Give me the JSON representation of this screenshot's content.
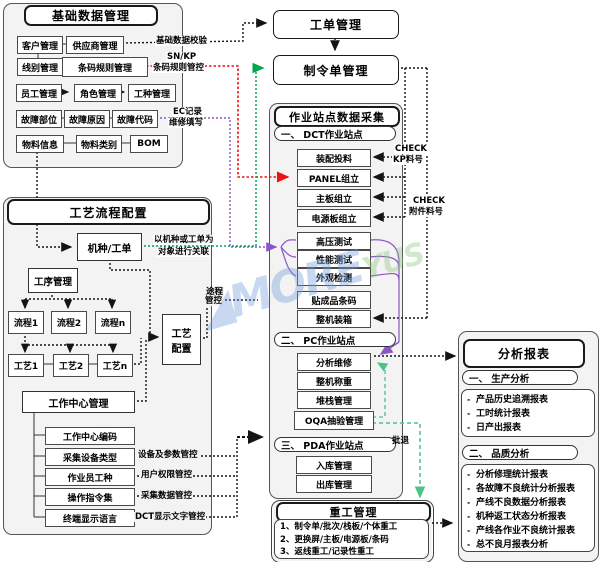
{
  "basic": {
    "title": "基础数据管理",
    "customer": "客户管理",
    "supplier": "供应商管理",
    "line": "线别管理",
    "barcode_rule": "条码规则管理",
    "employee": "员工管理",
    "role": "角色管理",
    "worktype": "工种管理",
    "fault_part": "故障部位",
    "fault_cause": "故障原因",
    "fault_code": "故障代码",
    "material_info": "物料信息",
    "material_cat": "物料类别",
    "bom": "BOM"
  },
  "work_order": {
    "title": "工单管理"
  },
  "mfg_order": {
    "title": "制令单管理"
  },
  "station": {
    "title": "作业站点数据采集",
    "dct": {
      "header": "一、 DCT作业站点",
      "items": [
        "装配投料",
        "PANEL组立",
        "主板组立",
        "电源板组立",
        "高压测试",
        "性能测试",
        "外观检测",
        "贴成品条码",
        "整机装箱"
      ]
    },
    "pc": {
      "header": "二、 PC作业站点",
      "items": [
        "分析维修",
        "整机称重",
        "堆栈管理",
        "OQA抽验管理"
      ]
    },
    "pda": {
      "header": "三、 PDA作业站点",
      "items": [
        "入库管理",
        "出库管理"
      ]
    }
  },
  "rework": {
    "title": "重工管理",
    "items": [
      "1、制令单/批次/栈板/个体重工",
      "2、更换屏/主板/电源板/条码",
      "3、返线重工/记录性重工"
    ]
  },
  "report": {
    "title": "分析报表",
    "production": {
      "header": "一、 生产分析",
      "items": [
        "产品历史追溯报表",
        "工时统计报表",
        "日产出报表"
      ]
    },
    "quality": {
      "header": "二、 品质分析",
      "items": [
        "分析修理统计报表",
        "各故障不良统计分析报表",
        "产线不良数据分析报表",
        "机种返工状态分析报表",
        "产线各作业不良统计报表",
        "总不良月报表分析"
      ]
    }
  },
  "process": {
    "title": "工艺流程配置",
    "model_order": "机种/工单",
    "process_mgmt": "工序管理",
    "flows": [
      "流程1",
      "流程2",
      "流程n"
    ],
    "crafts": [
      "工艺1",
      "工艺2",
      "工艺n"
    ],
    "craft_config_l1": "工艺",
    "craft_config_l2": "配置",
    "work_center": "工作中心管理",
    "wc_items": [
      "工作中心编码",
      "采集设备类型",
      "作业员工种",
      "操作指令集",
      "终端显示语言"
    ]
  },
  "labels": {
    "basic_check": "基础数据校验",
    "snkp_l1": "SN/KP",
    "snkp_l2": "条码规则管控",
    "ec_l1": "EC记录",
    "ec_l2": "维修填写",
    "assoc_l1": "以机种或工单为",
    "assoc_l2": "对象进行关联",
    "route_l1": "途程",
    "route_l2": "管控",
    "check_kp_l1": "CHECK",
    "check_kp_l2": "KP料号",
    "check_acc_l1": "CHECK",
    "check_acc_l2": "附件料号",
    "device_ctrl": "设备及参数管控",
    "user_ctrl": "用户权限管控",
    "data_ctrl": "采集数据管控",
    "dct_ctrl": "DCT显示文字管控",
    "reject": "批退"
  },
  "watermark": {
    "part1": "◢MORE",
    "part2": "YUS"
  },
  "colors": {
    "red_line": "#ee1111",
    "purple_line": "#8a55c8",
    "green_line": "#00a550",
    "green_dash": "#4cc488",
    "black_line": "#141414"
  }
}
